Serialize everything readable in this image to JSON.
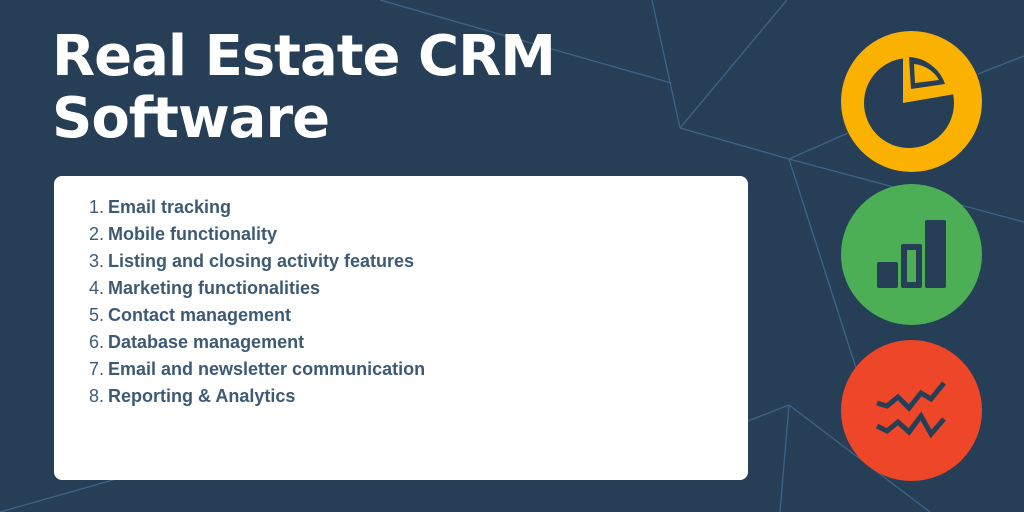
{
  "title": {
    "line1": "Real Estate CRM",
    "line2": "Software"
  },
  "features": [
    {
      "num": "1.",
      "label": "Email tracking"
    },
    {
      "num": "2.",
      "label": "Mobile functionality"
    },
    {
      "num": "3.",
      "label": "Listing and closing activity features"
    },
    {
      "num": "4.",
      "label": "Marketing functionalities"
    },
    {
      "num": "5.",
      "label": "Contact management"
    },
    {
      "num": "6.",
      "label": "Database management"
    },
    {
      "num": "7.",
      "label": "Email and newsletter communication"
    },
    {
      "num": "8.",
      "label": "Reporting & Analytics"
    }
  ],
  "icons": [
    {
      "name": "pie-chart-icon",
      "color": "#fbb100"
    },
    {
      "name": "bar-chart-icon",
      "color": "#4caf55"
    },
    {
      "name": "line-trend-icon",
      "color": "#ee4628"
    }
  ],
  "colors": {
    "background": "#263f56",
    "card": "#ffffff",
    "list_text": "#3d5a75",
    "lines": "#3e6384"
  }
}
